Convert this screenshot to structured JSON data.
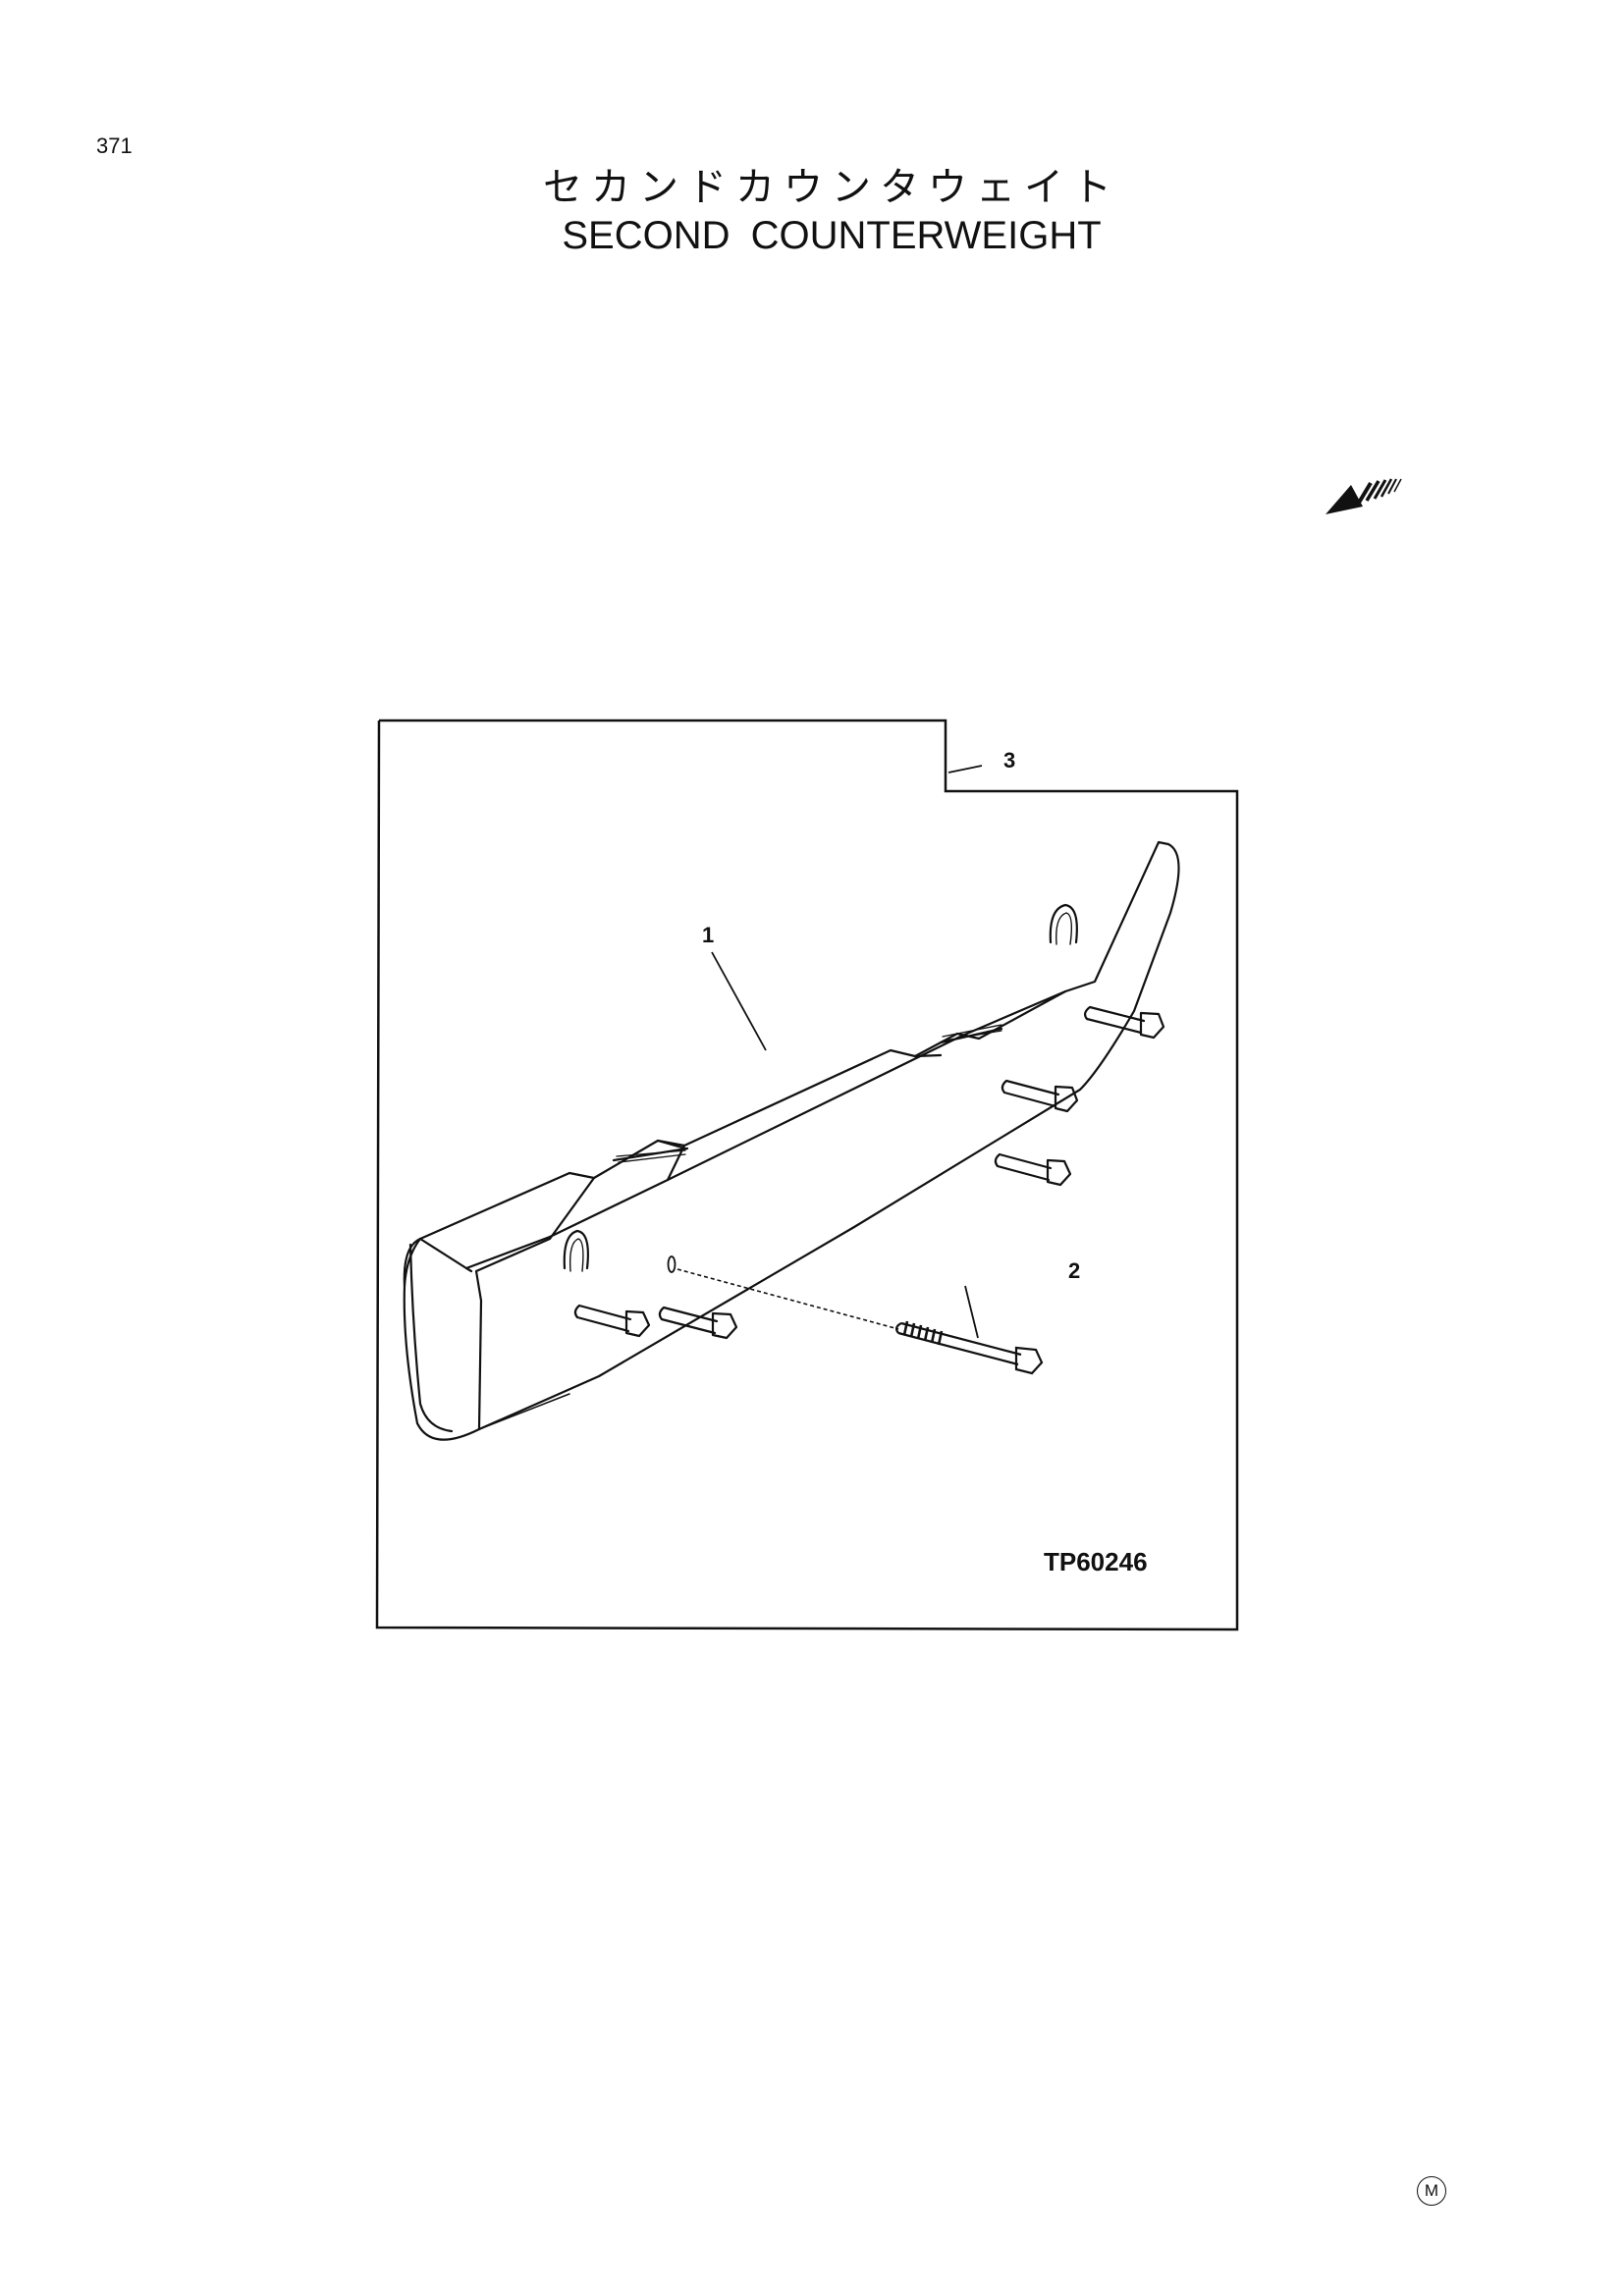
{
  "page": {
    "number": "371",
    "title_japanese": "セカンドカウンタウェイト",
    "title_english": "SECOND  COUNTERWEIGHT"
  },
  "figure": {
    "callouts": [
      "1",
      "2",
      "3"
    ],
    "figure_code": "TP60246"
  },
  "footer": {
    "maker_mark": "M"
  },
  "icons": {
    "direction": "front-direction-arrow-icon"
  }
}
